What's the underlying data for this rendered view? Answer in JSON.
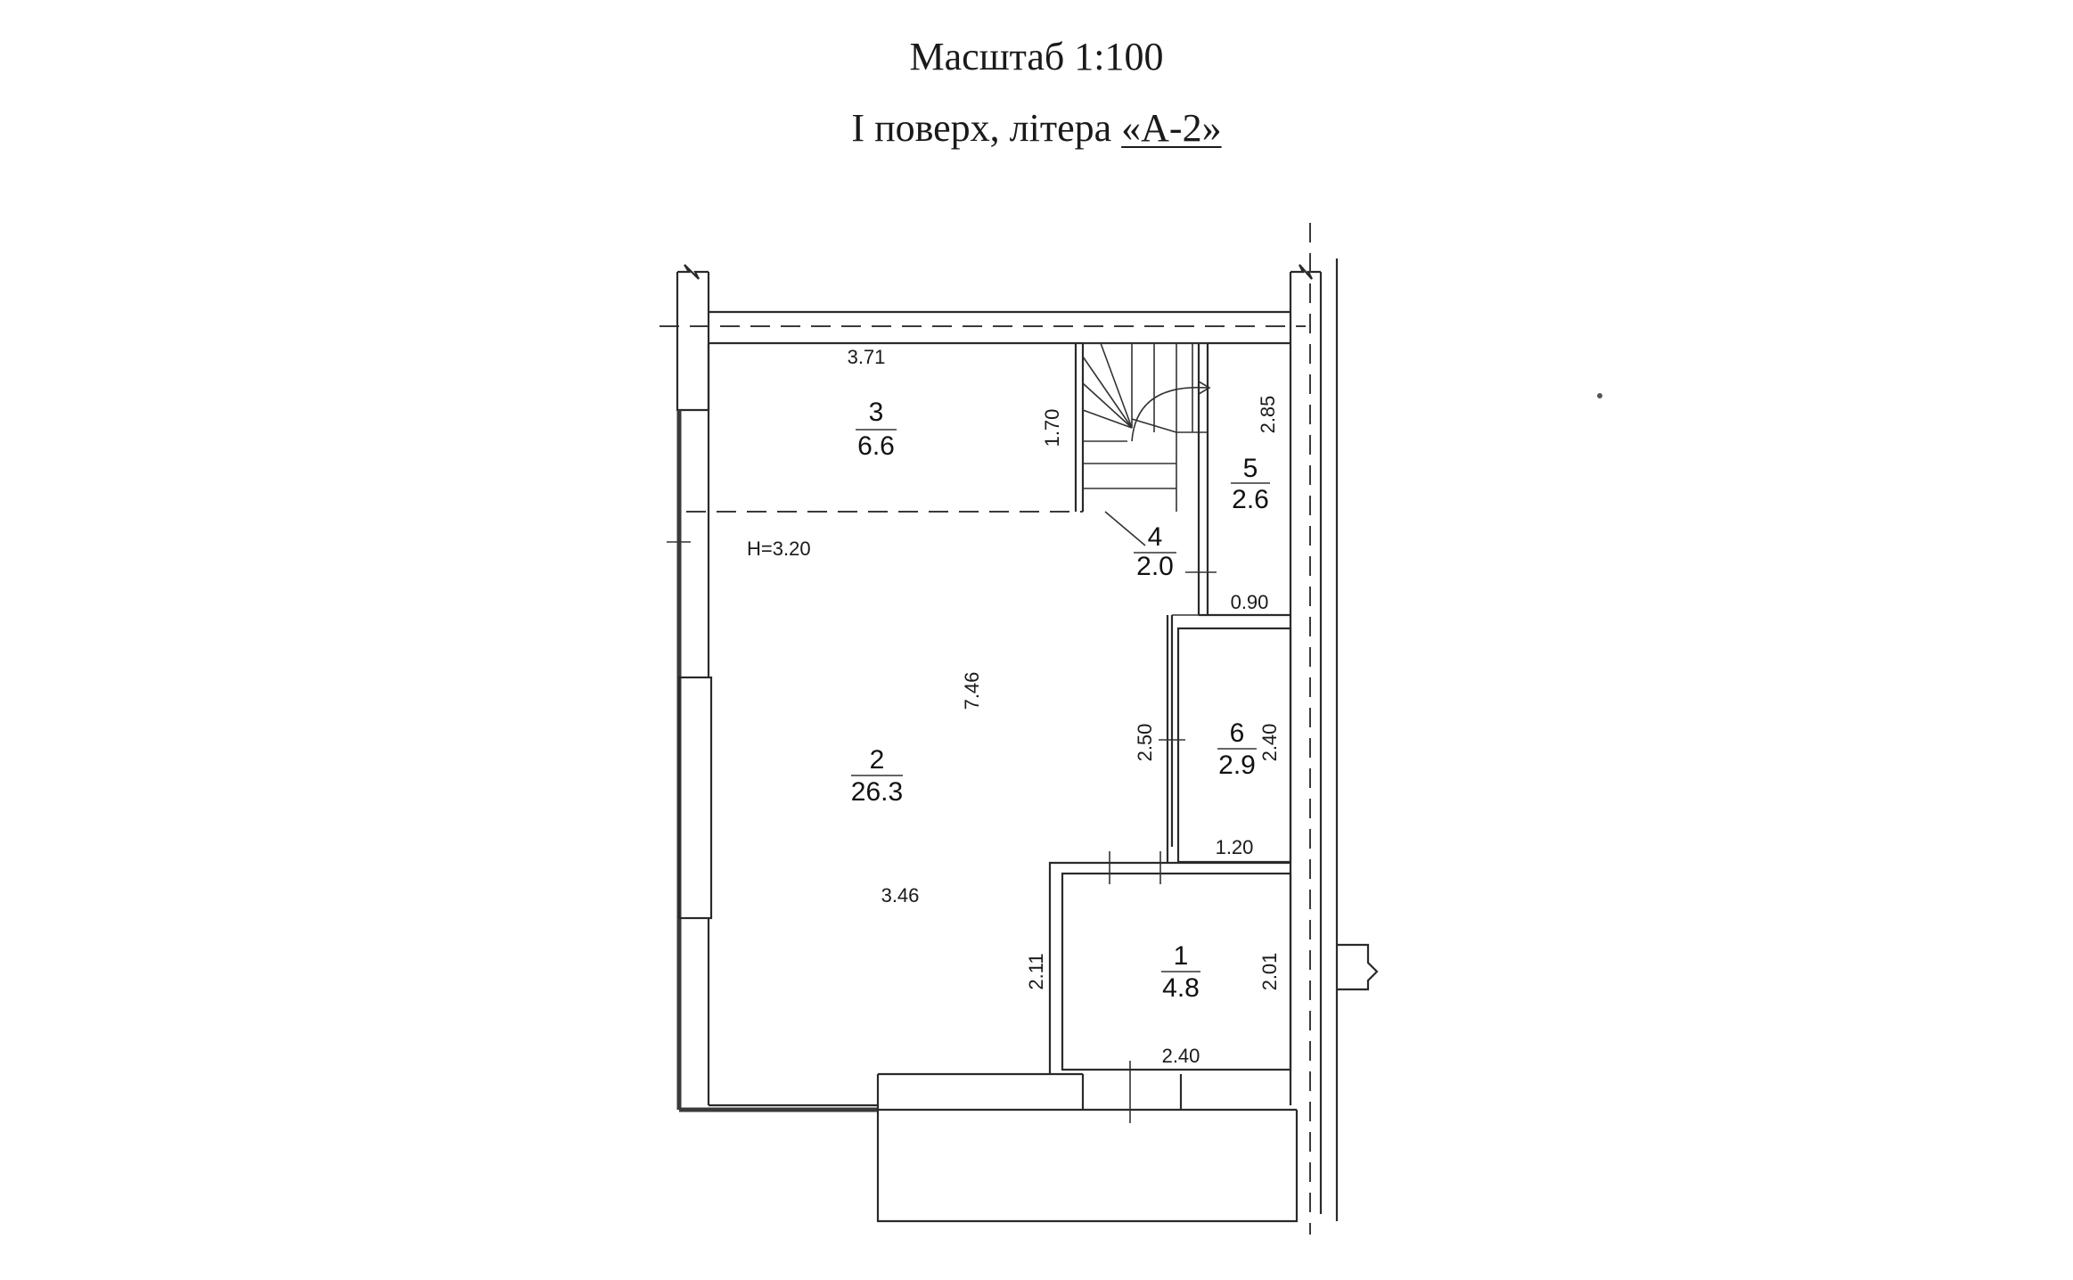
{
  "header": {
    "scale_label": "Масштаб 1:100",
    "floor_prefix": "І поверх, літера ",
    "floor_letter": "«А-2»"
  },
  "plan": {
    "height_label": "H=3.20",
    "rooms": [
      {
        "number": "1",
        "area": "4.8"
      },
      {
        "number": "2",
        "area": "26.3"
      },
      {
        "number": "3",
        "area": "6.6"
      },
      {
        "number": "4",
        "area": "2.0"
      },
      {
        "number": "5",
        "area": "2.6"
      },
      {
        "number": "6",
        "area": "2.9"
      }
    ],
    "dimensions": {
      "room3_width": "3.71",
      "room3_depth": "1.70",
      "room5_depth": "2.85",
      "room5_width": "0.90",
      "room2_length": "7.46",
      "room2_width": "3.46",
      "room6_left": "2.50",
      "room6_right": "2.40",
      "room6_width": "1.20",
      "room1_left": "2.11",
      "room1_right": "2.01",
      "room1_width": "2.40"
    }
  }
}
